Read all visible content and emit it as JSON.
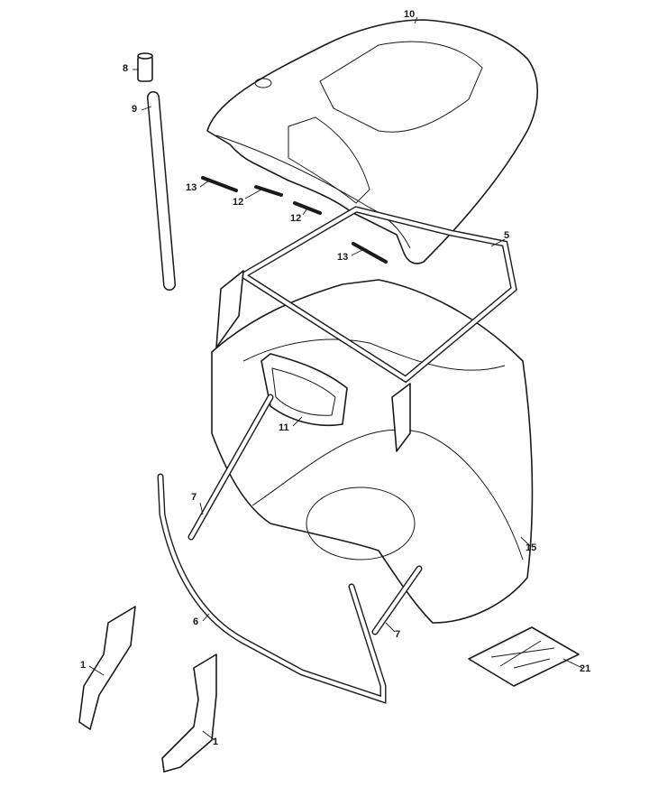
{
  "callouts": [
    {
      "id": "c10",
      "number": "10"
    },
    {
      "id": "c8",
      "number": "8"
    },
    {
      "id": "c9",
      "number": "9"
    },
    {
      "id": "c13a",
      "number": "13"
    },
    {
      "id": "c12a",
      "number": "12"
    },
    {
      "id": "c12b",
      "number": "12"
    },
    {
      "id": "c13b",
      "number": "13"
    },
    {
      "id": "c5",
      "number": "5"
    },
    {
      "id": "c11",
      "number": "11"
    },
    {
      "id": "c7a",
      "number": "7"
    },
    {
      "id": "c15",
      "number": "15"
    },
    {
      "id": "c6",
      "number": "6"
    },
    {
      "id": "c7b",
      "number": "7"
    },
    {
      "id": "c1a",
      "number": "1"
    },
    {
      "id": "c21",
      "number": "21"
    },
    {
      "id": "c1b",
      "number": "1"
    }
  ]
}
